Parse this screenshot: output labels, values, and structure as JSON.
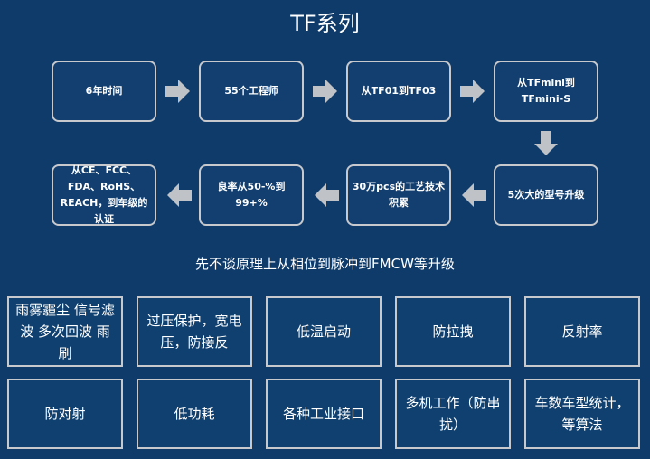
{
  "title": "TF系列",
  "flow": [
    "6年时间",
    "55个工程师",
    "从TF01到TF03",
    "从TFmini到TFmini-S",
    "5次大的型号升级",
    "30万pcs的工艺技术积累",
    "良率从50-%到99+%",
    "从CE、FCC、FDA、RoHS、REACH，到车级的认证"
  ],
  "subtitle": "先不谈原理上从相位到脉冲到FMCW等升级",
  "features": [
    "雨雾霾尘 信号滤波 多次回波 雨刷",
    "过压保护，宽电压，防接反",
    "低温启动",
    "防拉拽",
    "反射率",
    "防对射",
    "低功耗",
    "各种工业接口",
    "多机工作（防串扰）",
    "车数车型统计，等算法"
  ],
  "colors": {
    "background": "#0f3b6b",
    "border": "#c7c9cc",
    "arrow": "#bfc3c8"
  }
}
